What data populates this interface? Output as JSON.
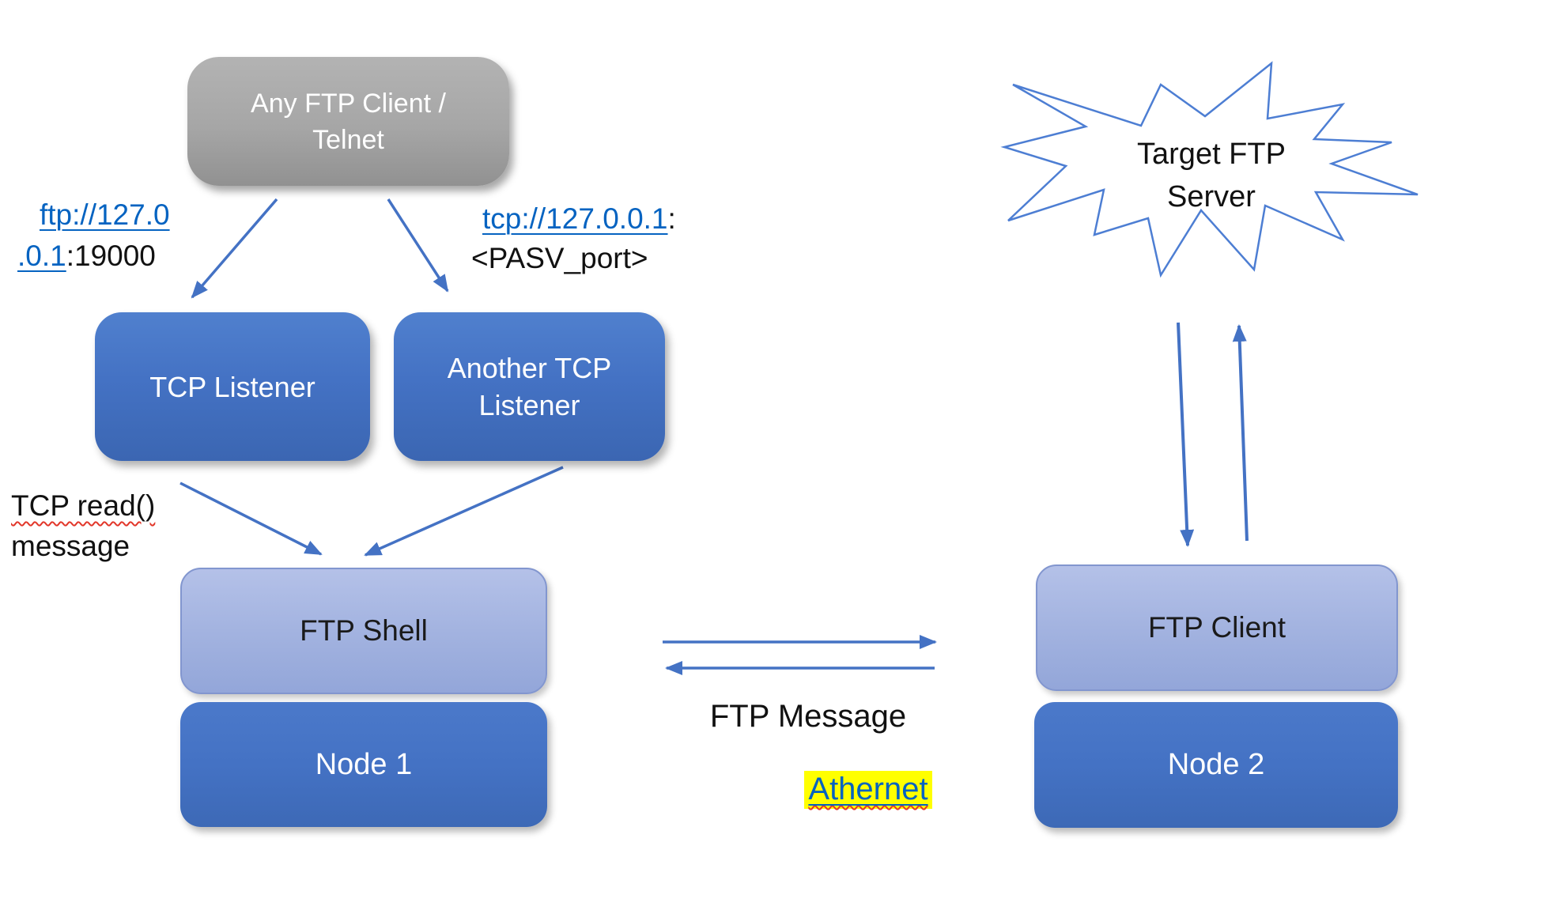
{
  "diagram": {
    "client_box": {
      "line1": "Any FTP Client /",
      "line2": "Telnet"
    },
    "ftp_link": {
      "link1": "ftp://127.0",
      "link2": ".0.1",
      "rest": ":19000"
    },
    "tcp_link": {
      "link": "tcp://127.0.0.1",
      "colon": ":",
      "line2": "<PASV_port>"
    },
    "listener1": {
      "label": "TCP Listener"
    },
    "listener2": {
      "line1": "Another TCP",
      "line2": "Listener"
    },
    "read_note": {
      "line1": "TCP read()",
      "line2": "message"
    },
    "shell": {
      "label": "FTP Shell"
    },
    "node1": {
      "label": "Node 1"
    },
    "ftp_client": {
      "label": "FTP Client"
    },
    "node2": {
      "label": "Node 2"
    },
    "target_server": {
      "line1": "Target FTP",
      "line2": "Server"
    },
    "message": {
      "label": "FTP Message"
    },
    "athernet": {
      "label": "Athernet"
    },
    "colors": {
      "accent_blue": "#4472C4",
      "dark_box_blue": "#3D69B6",
      "light_box_blue": "#A3B3E0",
      "gray_box": "#A6A6A6",
      "hyperlink_blue": "#0563C1",
      "highlight_yellow": "#FFFF00",
      "spellcheck_red": "#E2372A",
      "text_black": "#111111",
      "box_text_white": "#FFFFFF"
    }
  }
}
